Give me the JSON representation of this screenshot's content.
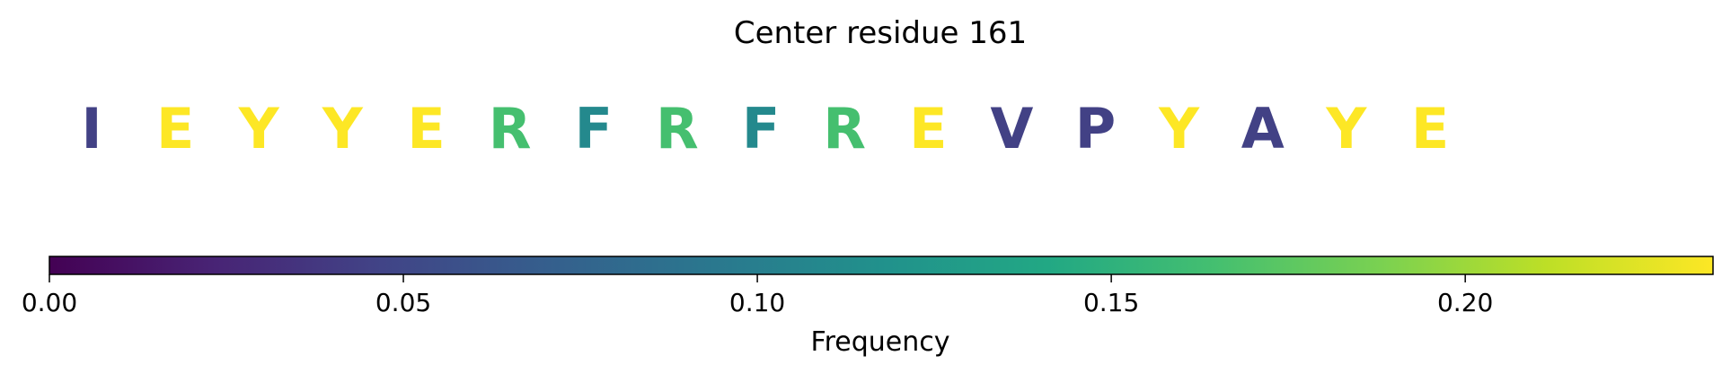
{
  "chart_data": {
    "type": "heatmap",
    "title": "Center residue 161",
    "residues": [
      {
        "letter": "I",
        "value": 0.045
      },
      {
        "letter": "E",
        "value": 0.235
      },
      {
        "letter": "Y",
        "value": 0.235
      },
      {
        "letter": "Y",
        "value": 0.235
      },
      {
        "letter": "E",
        "value": 0.235
      },
      {
        "letter": "R",
        "value": 0.165
      },
      {
        "letter": "F",
        "value": 0.11
      },
      {
        "letter": "R",
        "value": 0.165
      },
      {
        "letter": "F",
        "value": 0.11
      },
      {
        "letter": "R",
        "value": 0.165
      },
      {
        "letter": "E",
        "value": 0.235
      },
      {
        "letter": "V",
        "value": 0.045
      },
      {
        "letter": "P",
        "value": 0.045
      },
      {
        "letter": "Y",
        "value": 0.235
      },
      {
        "letter": "A",
        "value": 0.045
      },
      {
        "letter": "Y",
        "value": 0.235
      },
      {
        "letter": "E",
        "value": 0.235
      }
    ],
    "colorbar": {
      "label": "Frequency",
      "colormap": "viridis",
      "range": [
        0,
        0.235
      ],
      "ticks": [
        0.0,
        0.05,
        0.1,
        0.15,
        0.2
      ],
      "tick_labels": [
        "0.00",
        "0.05",
        "0.10",
        "0.15",
        "0.20"
      ]
    }
  }
}
